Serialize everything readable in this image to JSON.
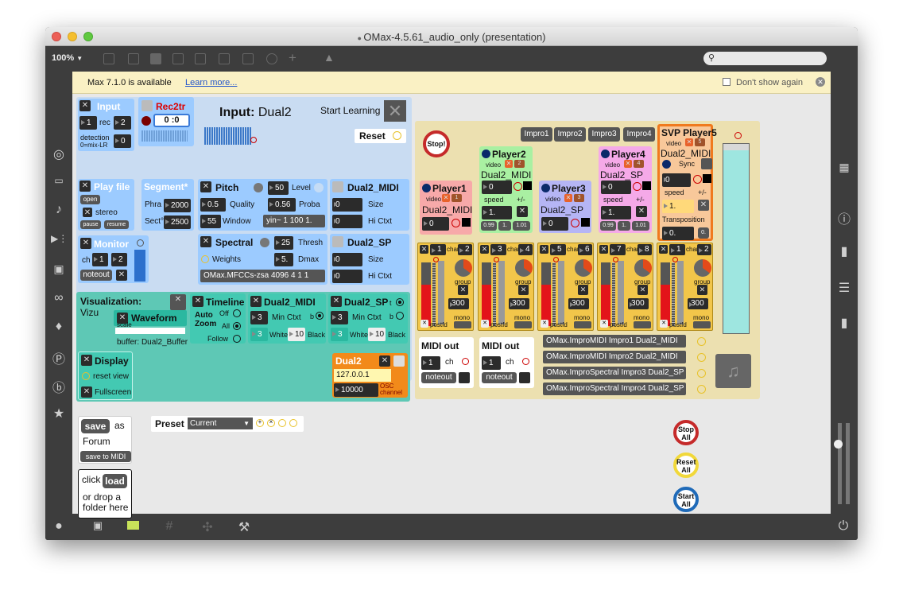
{
  "window": {
    "title": "OMax-4.5.61_audio_only (presentation)",
    "zoom": "100%",
    "search_placeholder": ""
  },
  "notification": {
    "text": "Max 7.1.0 is available",
    "link": "Learn more...",
    "dont_show": "Don't show again"
  },
  "input": {
    "title": "Input",
    "rec_label": "rec",
    "ch": "1",
    "rec_num": "2",
    "detection": "detection",
    "detection_note": "0=mix-LR",
    "det_val": "0"
  },
  "rec2tr": {
    "title": "Rec2tr",
    "time": "0 :0"
  },
  "input_name": {
    "label": "Input:",
    "name": "Dual2",
    "start_learning": "Start Learning",
    "reset": "Reset"
  },
  "playfile": {
    "title": "Play file",
    "open": "open",
    "stereo": "stereo",
    "pause": "pause",
    "resume": "resume"
  },
  "segment": {
    "title": "Segment*",
    "phra": "Phra",
    "phra_val": "2000",
    "sect": "Sect°",
    "sect_val": "2500"
  },
  "pitch": {
    "title": "Pitch",
    "level": "Level",
    "level_val": "50",
    "quality": "Quality",
    "quality_val": "0.5",
    "proba": "Proba",
    "proba_val": "0.56",
    "window": "Window",
    "window_val": "55",
    "msg": "yin~ 1 100 1."
  },
  "dual_midi_box": {
    "title": "Dual2_MIDI",
    "size": "Size",
    "size_val": "0",
    "hictxt": "Hi Ctxt",
    "hictxt_val": "0"
  },
  "dual_sp_box": {
    "title": "Dual2_SP",
    "size": "Size",
    "size_val": "0",
    "hictxt": "Hi Ctxt",
    "hictxt_val": "0"
  },
  "monitor": {
    "title": "Monitor",
    "ch": "ch",
    "ch1": "1",
    "ch2": "2",
    "noteout": "noteout"
  },
  "spectral": {
    "title": "Spectral",
    "thresh": "Thresh",
    "thresh_val": "25",
    "weights": "Weights",
    "dmax": "Dmax",
    "dmax_val": "5.",
    "msg": "OMax.MFCCs-zsa 4096 4 1 1"
  },
  "viz": {
    "title": "Visualization:",
    "vizu": "Vizu",
    "waveform": "Waveform",
    "scale": "scale",
    "buffer": "buffer: Dual2_Buffer"
  },
  "timeline": {
    "title": "Timeline",
    "autozoom": "Auto Zoom",
    "off": "Off",
    "all": "All",
    "follow": "Follow"
  },
  "viz_midi": {
    "title": "Dual2_MIDI",
    "min_ctxt": "Min Ctxt",
    "min_val": "3",
    "b": "b",
    "white": "White",
    "black": "Black",
    "white_val": "3",
    "black_val": "10"
  },
  "viz_sp": {
    "title": "Dual2_SP",
    "min_ctxt": "Min Ctxt",
    "min_val": "3",
    "t": "t",
    "b": "b",
    "white": "White",
    "black": "Black",
    "white_val": "3",
    "black_val": "10"
  },
  "display": {
    "title": "Display",
    "reset_view": "reset view",
    "fullscreen": "Fullscreen"
  },
  "osc": {
    "title": "Dual2",
    "ip": "127.0.0.1",
    "port": "10000",
    "osc": "OSC",
    "channel": "channel"
  },
  "save": {
    "save": "save",
    "as": "as",
    "forum": "Forum",
    "save_midi": "save to MIDI",
    "click": "click",
    "load": "load",
    "drop": "or drop a folder here"
  },
  "preset": {
    "label": "Preset",
    "current": "Current"
  },
  "improvise": {
    "stop": "Stop!",
    "tabs": [
      "Impro1",
      "Impro2",
      "Impro3",
      "Impro4"
    ]
  },
  "players": [
    {
      "name": "Player1",
      "video": "video",
      "src": "Dual2_MIDI",
      "val": "0",
      "color": "#f7a9a9"
    },
    {
      "name": "Player2",
      "video": "video",
      "src": "Dual2_MIDI",
      "val": "0",
      "speed": "speed",
      "pm": "+/-",
      "sv": "1.",
      "b1": "0.99",
      "b2": "1.",
      "b3": "1.01",
      "color": "#a9f0a2",
      "num": "2"
    },
    {
      "name": "Player3",
      "video": "video",
      "src": "Dual2_SP",
      "val": "0",
      "color": "#b5b5f5",
      "num": "3"
    },
    {
      "name": "Player4",
      "video": "video",
      "src": "Dual2_SP",
      "val": "0",
      "speed": "speed",
      "pm": "+/-",
      "sv": "1.",
      "b1": "0.99",
      "b2": "1.",
      "b3": "1.01",
      "color": "#f5a9e8",
      "num": "4"
    },
    {
      "name": "SVP Player5",
      "video": "video",
      "src": "Dual2_MIDI",
      "sync": "Sync",
      "val": "0",
      "speed": "speed",
      "pm": "+/-",
      "sv": "1.",
      "transposition": "Transposition",
      "tval": "0.",
      "tb": "0.",
      "color": "#f8c89a",
      "num": "5"
    }
  ],
  "channels": [
    {
      "a": "1",
      "b": "2",
      "chan": "chan",
      "group": "group",
      "val": "300",
      "postfd": "postfd",
      "mono": "mono"
    },
    {
      "a": "3",
      "b": "4",
      "chan": "chan",
      "group": "group",
      "val": "300",
      "postfd": "postfd",
      "mono": "mono"
    },
    {
      "a": "5",
      "b": "6",
      "chan": "chan",
      "group": "group",
      "val": "300",
      "postfd": "postfd",
      "mono": "mono"
    },
    {
      "a": "7",
      "b": "8",
      "chan": "chan",
      "group": "group",
      "val": "300",
      "postfd": "postfd",
      "mono": "mono"
    },
    {
      "a": "1",
      "b": "2",
      "chan": "chan",
      "group": "group",
      "val": "300",
      "postfd": "postfd",
      "mono": "mono"
    }
  ],
  "midiout": [
    {
      "title": "MIDI out",
      "ch": "ch",
      "val": "1",
      "noteout": "noteout"
    },
    {
      "title": "MIDI out",
      "ch": "ch",
      "val": "1",
      "noteout": "noteout"
    }
  ],
  "impro_msgs": [
    "OMax.ImproMIDI Impro1 Dual2_MIDI",
    "OMax.ImproMIDI Impro2 Dual2_MIDI",
    "OMax.ImproSpectral Impro3 Dual2_SP",
    "OMax.ImproSpectral Impro4 Dual2_SP"
  ],
  "global": {
    "stop": "Stop All",
    "reset": "Reset All",
    "start": "Start All"
  }
}
